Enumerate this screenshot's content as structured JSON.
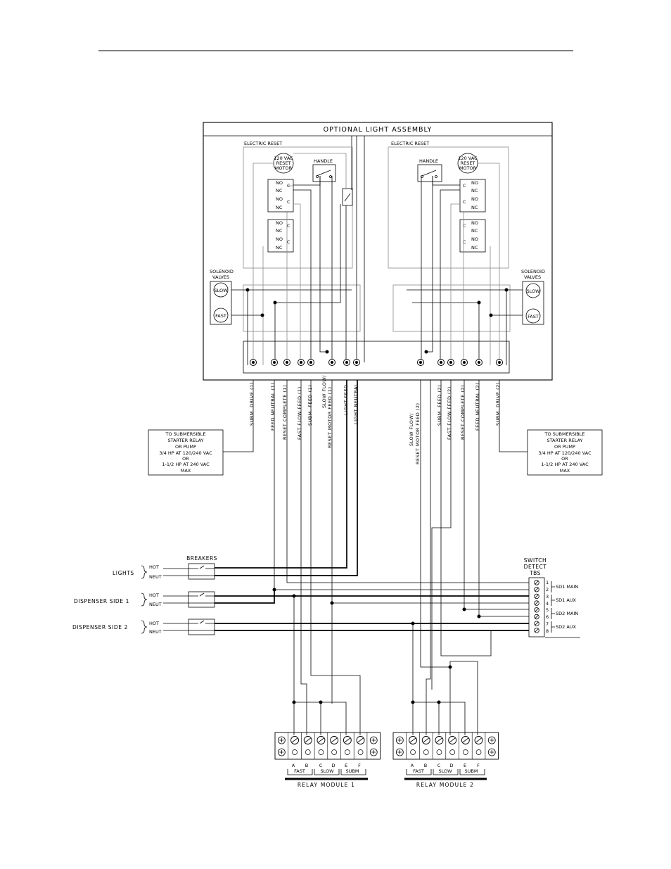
{
  "assembly": {
    "title": "OPTIONAL LIGHT ASSEMBLY",
    "left_reset_title": "ELECTRIC RESET",
    "right_reset_title": "ELECTRIC RESET",
    "motor_lines": [
      "120 VAC",
      "RESET",
      "MOTOR"
    ],
    "handle_label": "HANDLE",
    "contact_no": "NO",
    "contact_nc": "NC",
    "contact_c": "C",
    "solenoid_title_lines": [
      "SOLENOID",
      "VALVES"
    ],
    "slow": "SLOW",
    "fast": "FAST"
  },
  "left_wires": [
    "SUBM. DRIVE (1)",
    "FEED NEUTRAL (1)",
    "RESET COMPLETE (1)",
    "FAST FLOW FEED (1)",
    "SUBM. FEED (1)",
    "SLOW FLOW/",
    "RESET MOTOR FEED (1)",
    "LIGHT FEED",
    "LIGHT NEUTRAL"
  ],
  "right_wires": [
    "SLOW FLOW/",
    "RESET MOTOR FEED (2)",
    "SUBM. FEED (2)",
    "FAST FLOW FEED (2)",
    "RESET COMPLETE (2)",
    "FEED NEUTRAL (2)",
    "SUBM. DRIVE (2)"
  ],
  "starter_note_lines": [
    "TO SUBMERSIBLE",
    "STARTER RELAY",
    "OR PUMP",
    "3/4 HP AT 120/240 VAC",
    "OR",
    "1-1/2 HP AT 240 VAC",
    "MAX"
  ],
  "breakers": {
    "title": "BREAKERS",
    "groups": [
      "LIGHTS",
      "DISPENSER SIDE 1",
      "DISPENSER SIDE 2"
    ],
    "hot": "HOT",
    "neut": "NEUT"
  },
  "switch_detect": {
    "title_lines": [
      "SWITCH",
      "DETECT",
      "TBS"
    ],
    "terminals": [
      "1",
      "2",
      "3",
      "4",
      "5",
      "6",
      "7",
      "8"
    ],
    "labels": [
      "SD1 MAIN",
      "SD1 AUX",
      "SD2 MAIN",
      "SD2 AUX"
    ]
  },
  "relay_modules": [
    {
      "name": "RELAY MODULE 1",
      "letters": [
        "A",
        "B",
        "C",
        "D",
        "E",
        "F"
      ],
      "groups": [
        "FAST",
        "SLOW",
        "SUBM"
      ]
    },
    {
      "name": "RELAY MODULE 2",
      "letters": [
        "A",
        "B",
        "C",
        "D",
        "E",
        "F"
      ],
      "groups": [
        "FAST",
        "SLOW",
        "SUBM"
      ]
    }
  ]
}
